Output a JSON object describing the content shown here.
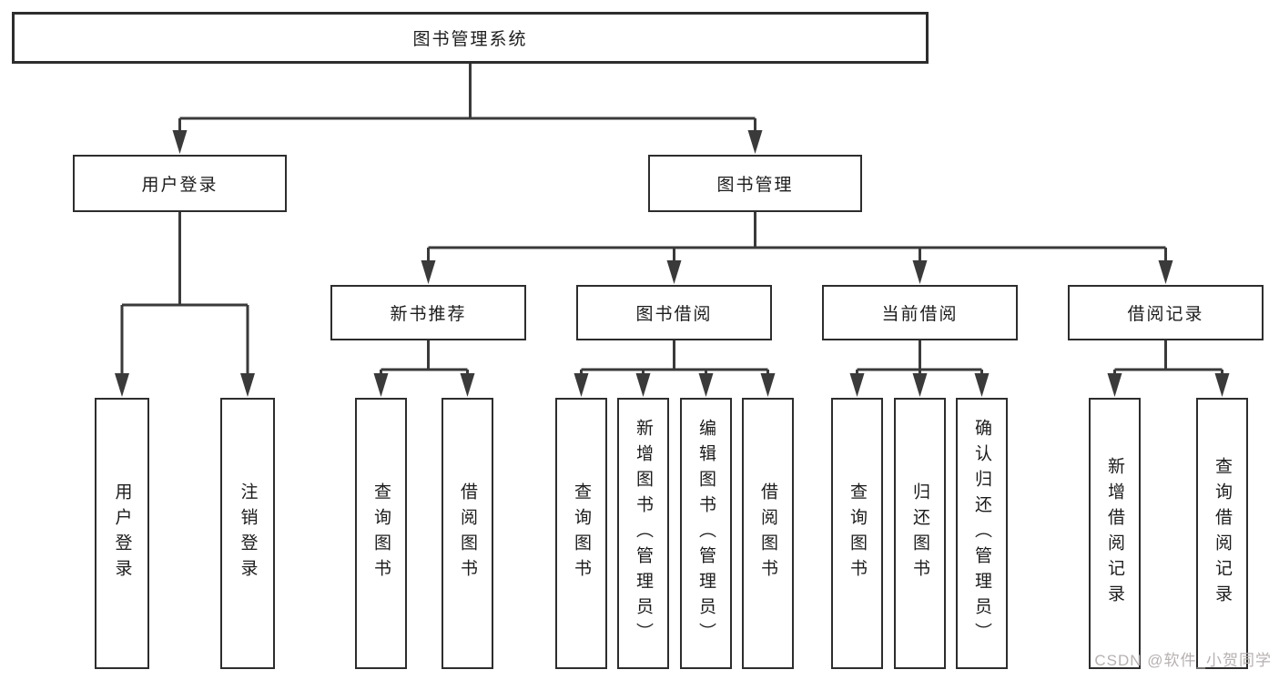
{
  "diagram_type": "hierarchy-tree",
  "tree": {
    "label": "图书管理系统",
    "children": [
      {
        "label": "用户登录",
        "children": [
          {
            "label": "用户登录"
          },
          {
            "label": "注销登录"
          }
        ]
      },
      {
        "label": "图书管理",
        "children": [
          {
            "label": "新书推荐",
            "children": [
              {
                "label": "查询图书"
              },
              {
                "label": "借阅图书"
              }
            ]
          },
          {
            "label": "图书借阅",
            "children": [
              {
                "label": "查询图书"
              },
              {
                "label": "新增图书（管理员）"
              },
              {
                "label": "编辑图书（管理员）"
              },
              {
                "label": "借阅图书"
              }
            ]
          },
          {
            "label": "当前借阅",
            "children": [
              {
                "label": "查询图书"
              },
              {
                "label": "归还图书"
              },
              {
                "label": "确认归还（管理员）"
              }
            ]
          },
          {
            "label": "借阅记录",
            "children": [
              {
                "label": "新增借阅记录"
              },
              {
                "label": "查询借阅记录"
              }
            ]
          }
        ]
      }
    ]
  },
  "watermark": "CSDN @软件_小贺同学",
  "colors": {
    "background": "#ffffff",
    "box_border": "#2d2d2d",
    "line": "#3a3a3a",
    "text": "#1c1c1c",
    "watermark": "#b7b1b1"
  }
}
